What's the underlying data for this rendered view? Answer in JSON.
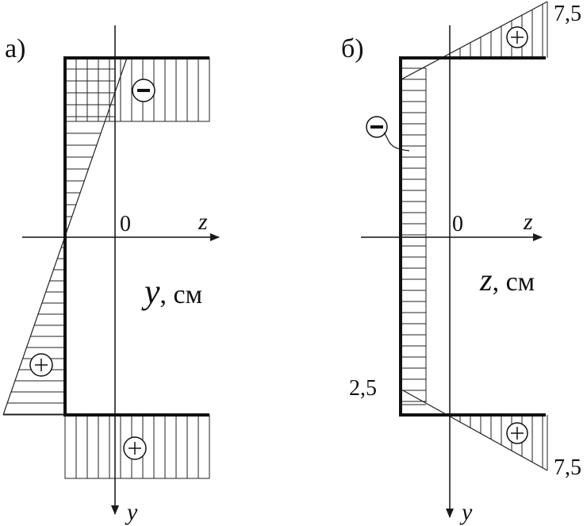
{
  "panel_a": {
    "label": "а)",
    "origin_label": "0",
    "z_axis_label": "z",
    "y_axis_label": "y",
    "variable_symbol": "y",
    "variable_unit": ", см",
    "upper_sign": "−",
    "lower_sign": "+",
    "flange_sign": "+"
  },
  "panel_b": {
    "label": "б)",
    "origin_label": "0",
    "z_axis_label": "z",
    "y_axis_label": "y",
    "variable_symbol": "z",
    "variable_unit": ", см",
    "web_sign": "−",
    "top_sign": "+",
    "bottom_sign": "+",
    "value_top": "7,5",
    "value_bottom": "7,5",
    "value_web": "2,5"
  },
  "colors": {
    "line": "#1a1a1a",
    "background": "#ffffff"
  }
}
